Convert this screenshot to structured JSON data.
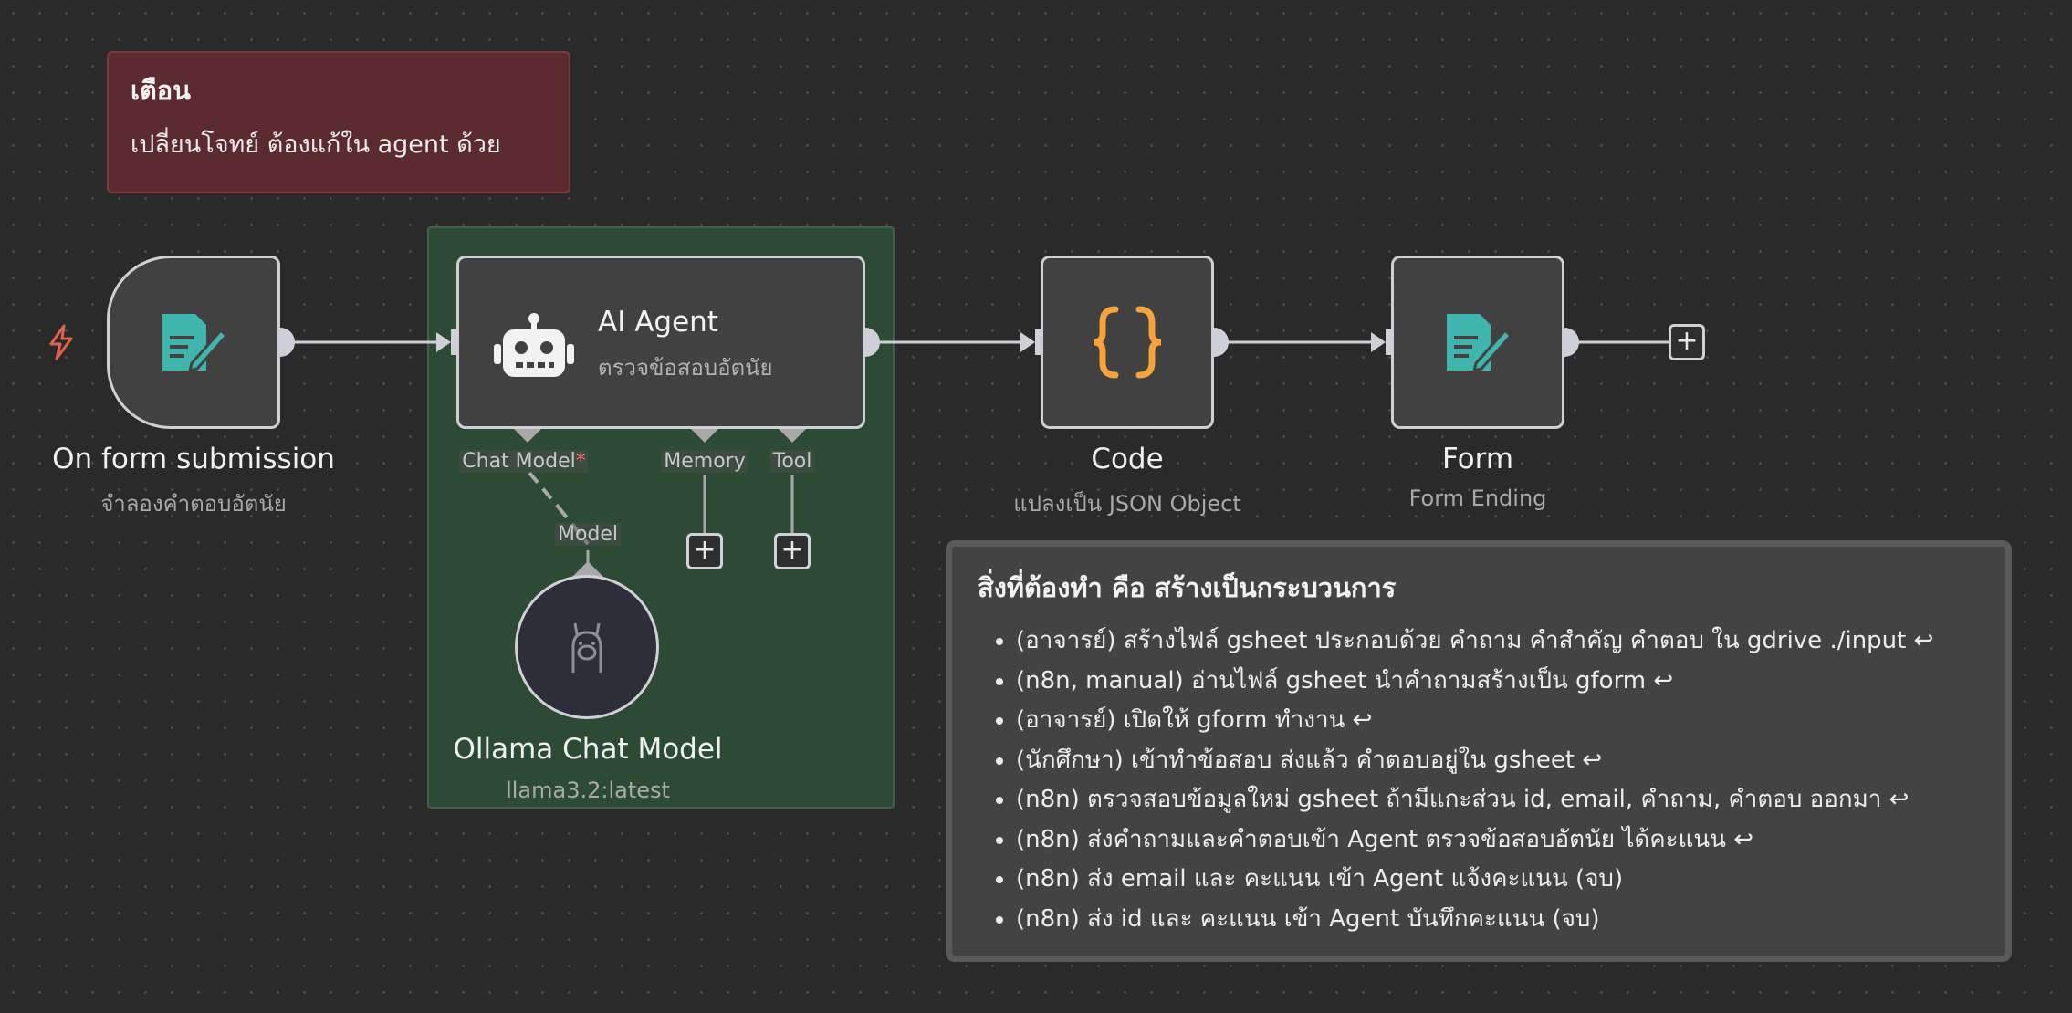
{
  "sticky_warning": {
    "title": "เตือน",
    "body": "เปลี่ยนโจทย์ ต้องแก้ใน agent ด้วย"
  },
  "nodes": {
    "form_trigger": {
      "title": "On form submission",
      "subtitle": "จำลองคำตอบอัตนัย",
      "icon": "form-icon"
    },
    "ai_agent": {
      "title": "AI Agent",
      "subtitle": "ตรวจข้อสอบอัตนัย",
      "icon": "robot-icon"
    },
    "code": {
      "title": "Code",
      "subtitle": "แปลงเป็น JSON Object",
      "icon": "braces-icon"
    },
    "form": {
      "title": "Form",
      "subtitle": "Form Ending",
      "icon": "form-icon"
    },
    "ollama": {
      "title": "Ollama Chat Model",
      "subtitle": "llama3.2:latest",
      "icon": "llama-icon"
    }
  },
  "agent_ports": {
    "chat_model": "Chat Model",
    "chat_model_required": "*",
    "memory": "Memory",
    "tool": "Tool",
    "model": "Model"
  },
  "buttons": {
    "add": "+"
  },
  "sticky_todo": {
    "title": "สิ่งที่ต้องทำ คือ สร้างเป็นกระบวนการ",
    "items": [
      "(อาจารย์) สร้างไฟล์ gsheet ประกอบด้วย คำถาม คำสำคัญ คำตอบ ใน gdrive ./input ↩",
      "(n8n, manual) อ่านไฟล์ gsheet นำคำถามสร้างเป็น gform ↩",
      "(อาจารย์) เปิดให้ gform ทำงาน ↩",
      "(นักศึกษา) เข้าทำข้อสอบ ส่งแล้ว คำตอบอยู่ใน gsheet ↩",
      "(n8n) ตรวจสอบข้อมูลใหม่ gsheet ถ้ามีแกะส่วน id, email, คำถาม, คำตอบ ออกมา ↩",
      "(n8n) ส่งคำถามและคำตอบเข้า Agent ตรวจข้อสอบอัตนัย ได้คะแนน ↩",
      "(n8n) ส่ง email และ คะแนน เข้า Agent แจ้งคะแนน (จบ)",
      "(n8n) ส่ง id และ คะแนน เข้า Agent บันทึกคะแนน (จบ)"
    ]
  },
  "colors": {
    "canvas": "#2a2a2a",
    "node_bg": "#414141",
    "node_border": "#cfd0d6",
    "form_icon": "#3fb5ad",
    "code_icon": "#f5a33a",
    "trigger_bolt": "#e0634f",
    "warning_sticky": "#5c2b2f",
    "agent_sticky": "#2d4a35",
    "required": "#ff6d6d"
  }
}
